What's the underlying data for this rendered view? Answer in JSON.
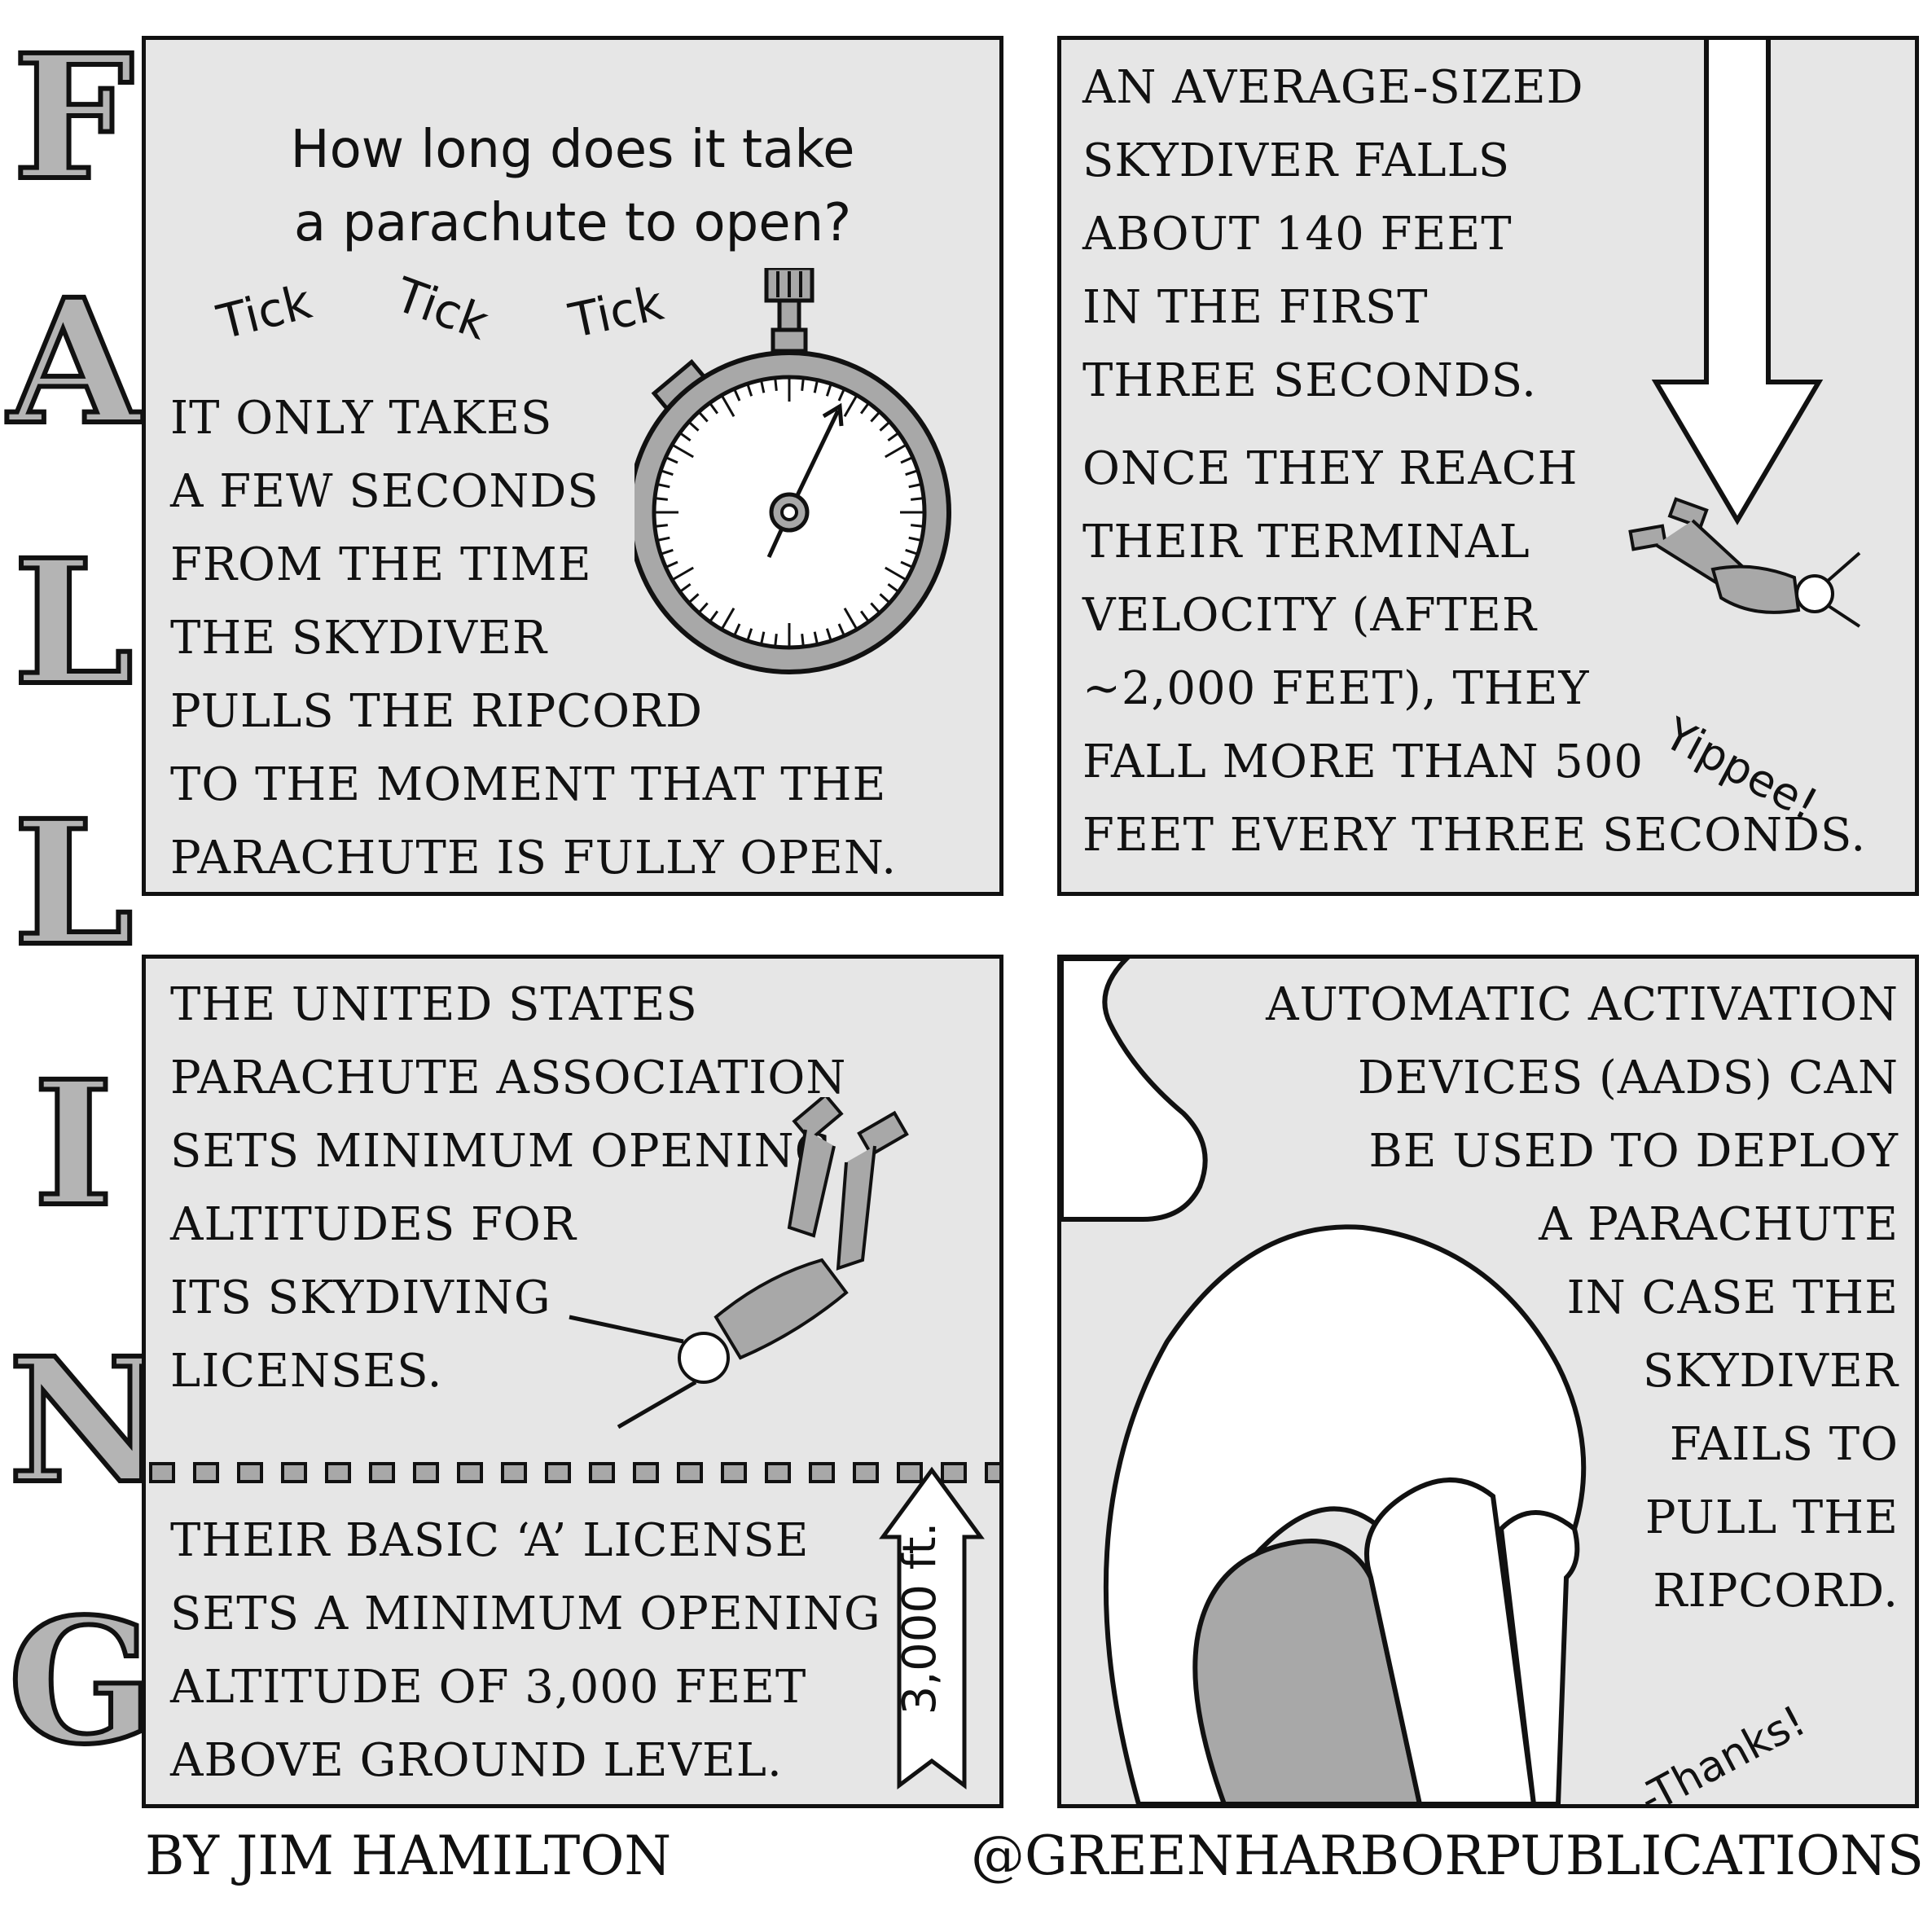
{
  "title_letters": [
    "F",
    "A",
    "L",
    "L",
    "I",
    "N",
    "G"
  ],
  "panel1": {
    "question": "How long does it take\na parachute to open?",
    "ticks": [
      "Tick",
      "Tick",
      "Tick"
    ],
    "body": "It only takes\na few seconds\nfrom the time\nthe skydiver\npulls the ripcord\nto the moment that the\nparachute is fully open."
  },
  "panel2": {
    "text_a": "An average-sized\nskydiver falls\nabout 140 feet\nin the first\nthree seconds.",
    "text_b": "Once they reach\ntheir terminal\nvelocity (after\n~2,000 feet), they\nfall more than 500\nfeet every three seconds.",
    "exclaim": "Yippee!"
  },
  "panel3": {
    "text_a": "The United States\nParachute Association\nsets minimum opening\naltitudes for\nits skydiving\nlicenses.",
    "text_b": "Their basic ‘A’ license\nsets a minimum opening\naltitude of 3,000 feet\nabove ground level.",
    "altitude_label": "3,000 ft."
  },
  "panel4": {
    "text": "Automatic Activation\nDevices (AADs) can\nbe used to deploy\na parachute\nin case the\nskydiver\nfails to\npull the\nripcord.",
    "thanks": "-Thanks!"
  },
  "footer": {
    "byline": "By Jim Hamilton",
    "handle": "@GreenHarborPublications"
  },
  "colors": {
    "panel_bg": "#e6e6e6",
    "ink": "#111111",
    "gray": "#a8a8a8",
    "white": "#ffffff"
  }
}
